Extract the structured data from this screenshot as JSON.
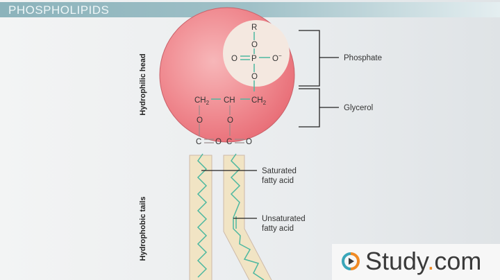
{
  "header": {
    "title": "PHOSPHOLIPIDS"
  },
  "axis_labels": {
    "head": "Hydrophilic head",
    "tails": "Hydrophobic tails"
  },
  "chemistry": {
    "r": "R",
    "o": "O",
    "p": "P",
    "o_minus": "O",
    "minus": "−",
    "ch2": "CH",
    "ch": "CH",
    "sub2": "2",
    "c": "C"
  },
  "labels": {
    "phosphate": "Phosphate",
    "glycerol": "Glycerol",
    "saturated_1": "Saturated",
    "saturated_2": "fatty acid",
    "unsaturated_1": "Unsaturated",
    "unsaturated_2": "fatty acid"
  },
  "logo": {
    "text_a": "Study",
    "dot": ".",
    "text_b": "com"
  },
  "colors": {
    "head": "#ef7f86",
    "phosphate_bg": "#f4e8e0",
    "tail": "#f1e4c4",
    "bond": "#4db8a0"
  }
}
